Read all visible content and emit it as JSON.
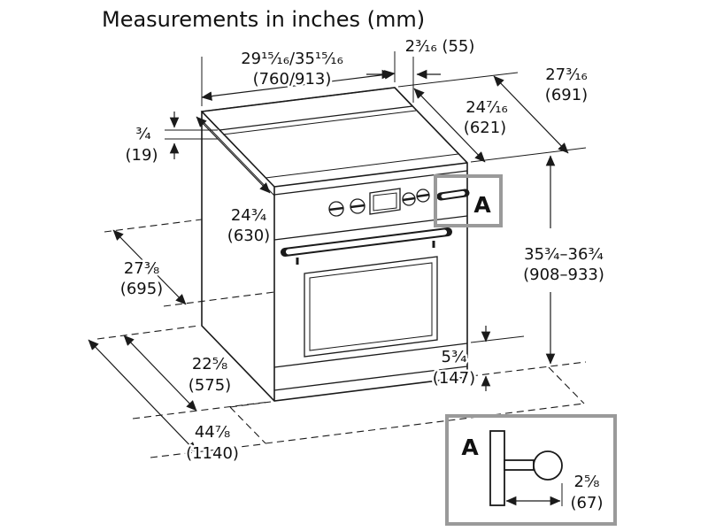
{
  "title": "Measurements in inches (mm)",
  "callout": {
    "label": "A"
  },
  "detail_inset": {
    "label": "A",
    "dim_in": "2⁵⁄₈",
    "dim_mm": "(67)"
  },
  "dimensions": {
    "top_width": {
      "in": "29¹⁵⁄₁₆/35¹⁵⁄₁₆",
      "mm": "(760/913)"
    },
    "backsplash_depth": {
      "in_mm": "2³⁄₁₆ (55)"
    },
    "overall_depth": {
      "in": "27³⁄₁₆",
      "mm": "(691)"
    },
    "top_depth": {
      "in": "24⁷⁄₁₆",
      "mm": "(621)"
    },
    "trim_height": {
      "in": "³⁄₄",
      "mm": "(19)"
    },
    "worktop_depth": {
      "in": "24³⁄₄",
      "mm": "(630)"
    },
    "side_depth": {
      "in": "27³⁄₈",
      "mm": "(695)"
    },
    "height_range": {
      "in": "35³⁄₄–36³⁄₄",
      "mm": "(908–933)"
    },
    "base_depth": {
      "in": "22⁵⁄₈",
      "mm": "(575)"
    },
    "plinth_height": {
      "in": "5³⁄₄",
      "mm": "(147)"
    },
    "total_depth_open": {
      "in": "44⁷⁄₈",
      "mm": "(1140)"
    }
  }
}
